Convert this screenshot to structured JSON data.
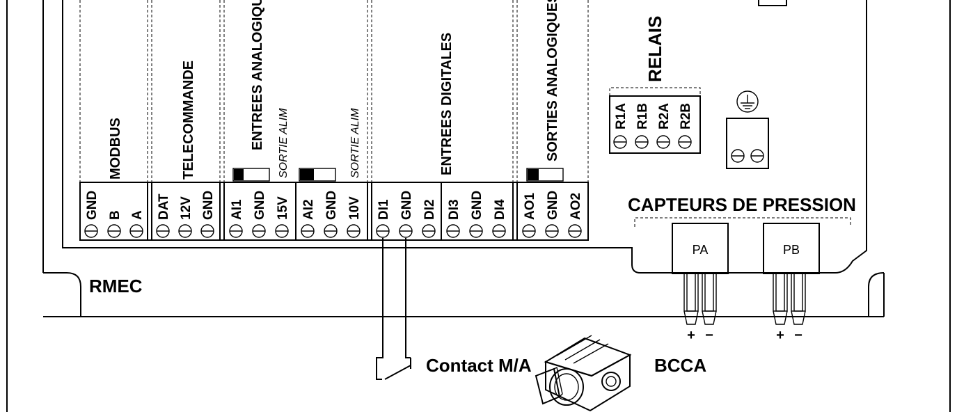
{
  "groups": {
    "modbus": {
      "title": "MODBUS",
      "terminals": [
        "GND",
        "B",
        "A"
      ]
    },
    "telecommande": {
      "title": "TELECOMMANDE",
      "terminals": [
        "DAT",
        "12V",
        "GND"
      ]
    },
    "entrees_analogiques": {
      "title": "ENTREES ANALOGIQUES",
      "sub1": "SORTIE ALIM",
      "sub2": "SORTIE ALIM",
      "terminals1": [
        "AI1",
        "GND",
        "15V"
      ],
      "terminals2": [
        "AI2",
        "GND",
        "10V"
      ]
    },
    "entrees_digitales": {
      "title": "ENTREES DIGITALES",
      "terminals1": [
        "DI1",
        "GND",
        "DI2"
      ],
      "terminals2": [
        "DI3",
        "GND",
        "DI4"
      ]
    },
    "sorties_analogiques": {
      "title": "SORTIES ANALOGIQUES",
      "terminals": [
        "AO1",
        "GND",
        "AO2"
      ]
    },
    "relais": {
      "title": "RELAIS",
      "terminals": [
        "R1A",
        "R1B",
        "R2A",
        "R2B"
      ]
    }
  },
  "capteurs": {
    "title": "CAPTEURS DE PRESSION",
    "pa": {
      "label": "PA",
      "plus": "+",
      "minus": "−"
    },
    "pb": {
      "label": "PB",
      "plus": "+",
      "minus": "−"
    }
  },
  "board_label": "RMEC",
  "contact_label": "Contact M/A",
  "selector_label": "BCCA"
}
